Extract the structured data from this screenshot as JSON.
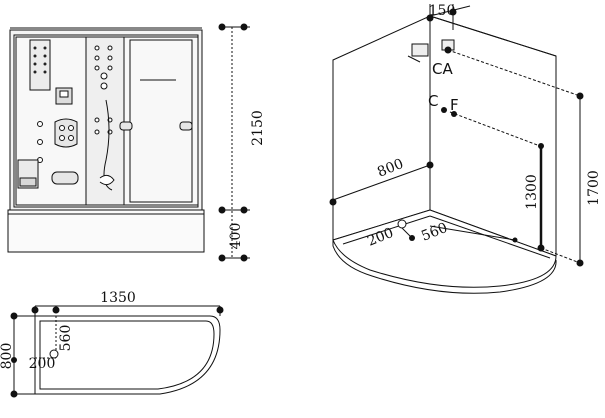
{
  "front_view": {
    "height_label": "2150",
    "tray_height_label": "400"
  },
  "iso_view": {
    "top_offset_label": "150",
    "ca_label": "CA",
    "c_label": "C",
    "f_label": "F",
    "left_width_label": "800",
    "tray_height_label": "1300",
    "total_height_label": "1700",
    "drain_x_label": "200",
    "drain_y_label": "560"
  },
  "plan_view": {
    "width_label": "1350",
    "depth_label": "800",
    "drain_x_label": "200",
    "drain_y_label": "560"
  },
  "colors": {
    "line": "#111111",
    "panel": "#f2f2f2",
    "panel_dark": "#dcdcdc"
  }
}
